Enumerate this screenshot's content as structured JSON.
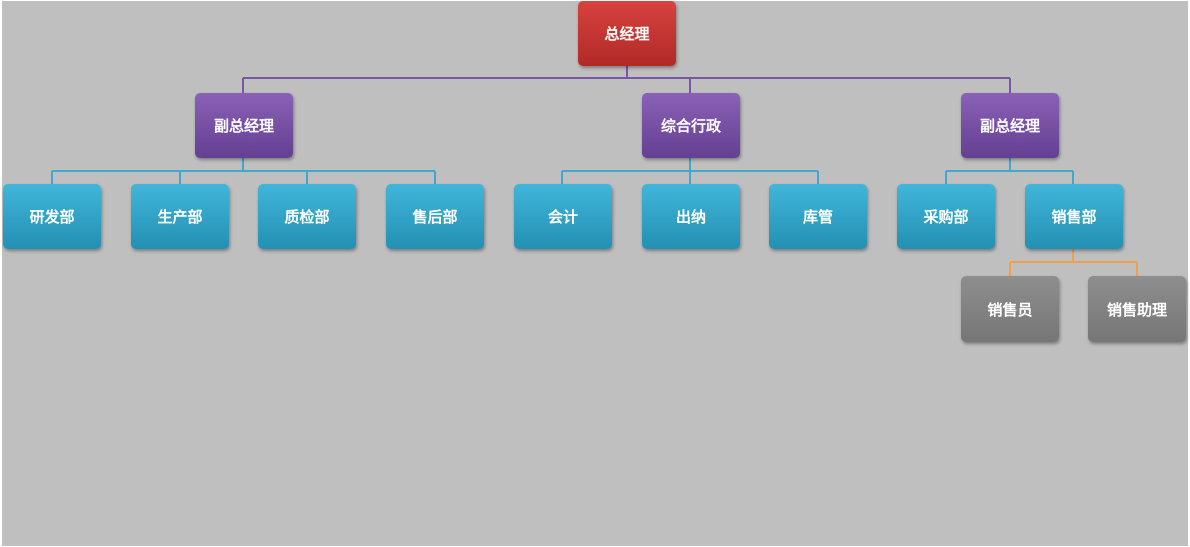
{
  "colors": {
    "root": "#c53532",
    "level1": "#744ea3",
    "level2": "#31a5cb",
    "level3": "#828282",
    "line_purple": "#7a56a8",
    "line_blue": "#3fa9cc",
    "line_orange": "#f0a04b",
    "background": "#bfbfbf"
  },
  "root": {
    "label": "总经理"
  },
  "level1": [
    {
      "label": "副总经理"
    },
    {
      "label": "综合行政"
    },
    {
      "label": "副总经理"
    }
  ],
  "level2": [
    {
      "label": "研发部"
    },
    {
      "label": "生产部"
    },
    {
      "label": "质检部"
    },
    {
      "label": "售后部"
    },
    {
      "label": "会计"
    },
    {
      "label": "出纳"
    },
    {
      "label": "库管"
    },
    {
      "label": "采购部"
    },
    {
      "label": "销售部"
    }
  ],
  "level3": [
    {
      "label": "销售员"
    },
    {
      "label": "销售助理"
    }
  ]
}
